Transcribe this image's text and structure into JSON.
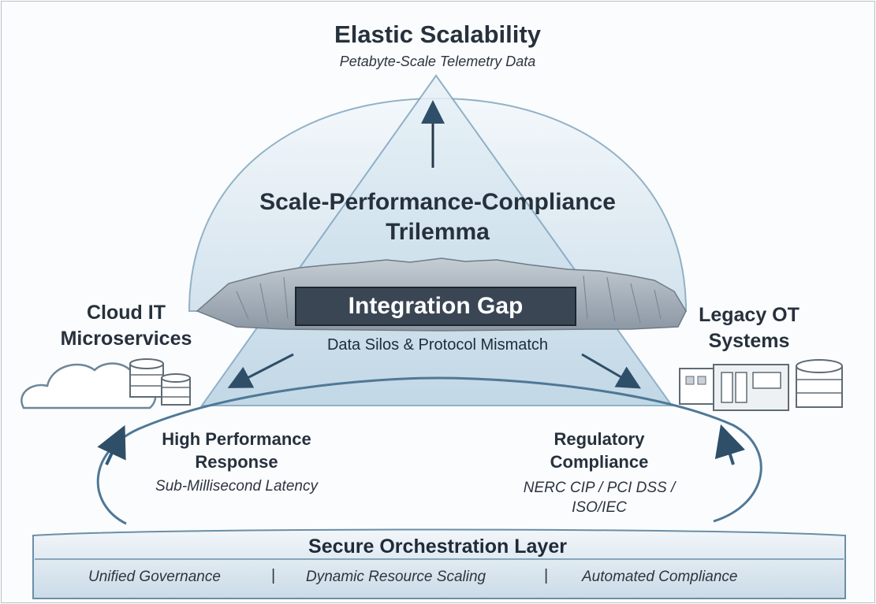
{
  "top": {
    "title": "Elastic Scalability",
    "subtitle": "Petabyte-Scale Telemetry Data"
  },
  "trilemma": {
    "line1": "Scale-Performance-Compliance",
    "line2": "Trilemma"
  },
  "gap": {
    "label": "Integration Gap",
    "subtitle": "Data Silos & Protocol Mismatch"
  },
  "cloud": {
    "line1": "Cloud IT",
    "line2": "Microservices"
  },
  "legacy": {
    "line1": "Legacy OT",
    "line2": "Systems"
  },
  "performance": {
    "line1": "High Performance",
    "line2": "Response",
    "subtitle": "Sub-Millisecond Latency"
  },
  "regulatory": {
    "line1": "Regulatory",
    "line2": "Compliance",
    "subtitle": "NERC CIP / PCI DSS / ISO/IEC"
  },
  "orchestration": {
    "title": "Secure Orchestration Layer",
    "items": [
      "Unified Governance",
      "Dynamic Resource Scaling",
      "Automated Compliance"
    ],
    "separator": "|"
  },
  "colors": {
    "accent": "#2f5a7a",
    "dome": "#dbe9f3",
    "band": "#3a4654",
    "base": "#e4edf4"
  },
  "icons": [
    "cloud-icon",
    "database-icon",
    "server-rack-icon",
    "arrow-up-icon",
    "arrow-down-left-icon",
    "arrow-down-right-icon",
    "cycle-arrow-icon"
  ]
}
